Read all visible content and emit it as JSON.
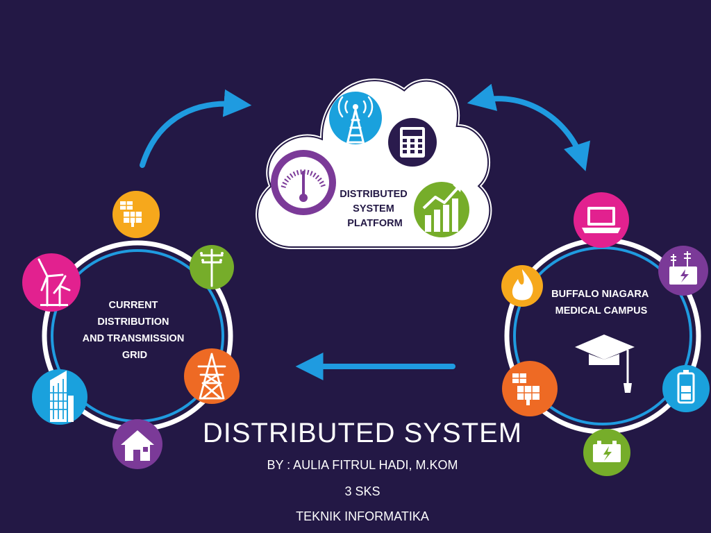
{
  "colors": {
    "background": "#231845",
    "arrow": "#1f9be0",
    "ring_white": "#ffffff",
    "ring_blue": "#1f9be0",
    "magenta": "#e2218f",
    "green": "#76ad2a",
    "orange": "#ee6a24",
    "purple": "#7b3a98",
    "yellow": "#f6a81c",
    "blue": "#1aa1dd",
    "dark_navy": "#2a1b4d"
  },
  "cloud": {
    "label_lines": [
      "DISTRIBUTED",
      "SYSTEM",
      "PLATFORM"
    ],
    "icons": [
      "gauge-icon",
      "radio-tower-icon",
      "calculator-icon",
      "growth-chart-icon"
    ]
  },
  "left_ring": {
    "label_lines": [
      "CURRENT",
      "DISTRIBUTION",
      "AND TRANSMISSION",
      "GRID"
    ],
    "icons": [
      "solar-panel-icon",
      "power-pole-icon",
      "transmission-tower-icon",
      "house-icon",
      "skyscraper-icon",
      "wind-turbine-icon"
    ]
  },
  "right_ring": {
    "label_lines": [
      "BUFFALO NIAGARA",
      "MEDICAL CAMPUS"
    ],
    "icons": [
      "laptop-icon",
      "substation-icon",
      "battery-icon",
      "car-battery-icon",
      "solar-panel-icon",
      "flame-icon",
      "graduation-cap-icon"
    ]
  },
  "title": {
    "main": "DISTRIBUTED SYSTEM",
    "author": "BY : AULIA FITRUL HADI, M.KOM",
    "credits": "3 SKS",
    "department": "TEKNIK INFORMATIKA"
  }
}
